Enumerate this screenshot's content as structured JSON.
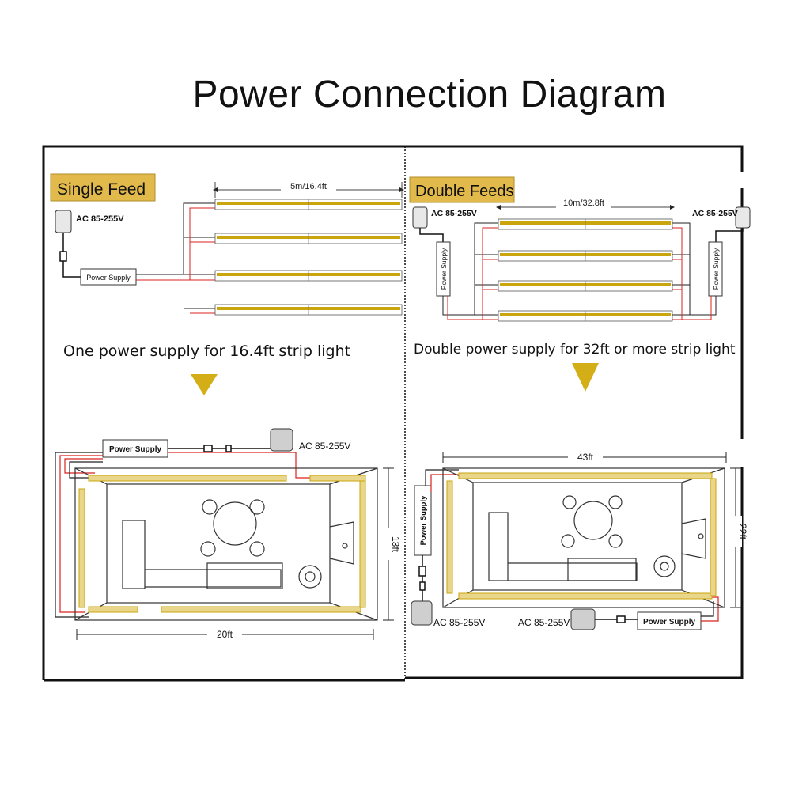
{
  "title": "Power Connection Diagram",
  "colors": {
    "strip": "#c9a50e",
    "badge_bg": "#e2b94b",
    "arrow": "#d4ae17",
    "wire_red": "#d9231f",
    "wire_black": "#222222",
    "frame": "#111111"
  },
  "single": {
    "badge": "Single Feed",
    "length_label": "5m/16.4ft",
    "adapter_label": "AC 85-255V",
    "supply_label": "Power Supply",
    "caption": "One power supply for 16.4ft strip light",
    "room_supply_label": "Power Supply",
    "room_adapter_label": "AC 85-255V",
    "width_label": "20ft",
    "height_label": "13ft"
  },
  "double": {
    "badge": "Double Feeds",
    "length_label": "10m/32.8ft",
    "adapter_left_label": "AC 85-255V",
    "adapter_right_label": "AC 85-255V",
    "supply_left_label": "Power Supply",
    "supply_right_label": "Power Supply",
    "caption": "Double power supply for 32ft or more strip light",
    "room_supply_left_label": "Power Supply",
    "room_supply_right_label": "Power Supply",
    "room_adapter_left_label": "AC 85-255V",
    "room_adapter_right_label": "AC 85-255V",
    "width_label": "43ft",
    "height_label": "22ft"
  }
}
